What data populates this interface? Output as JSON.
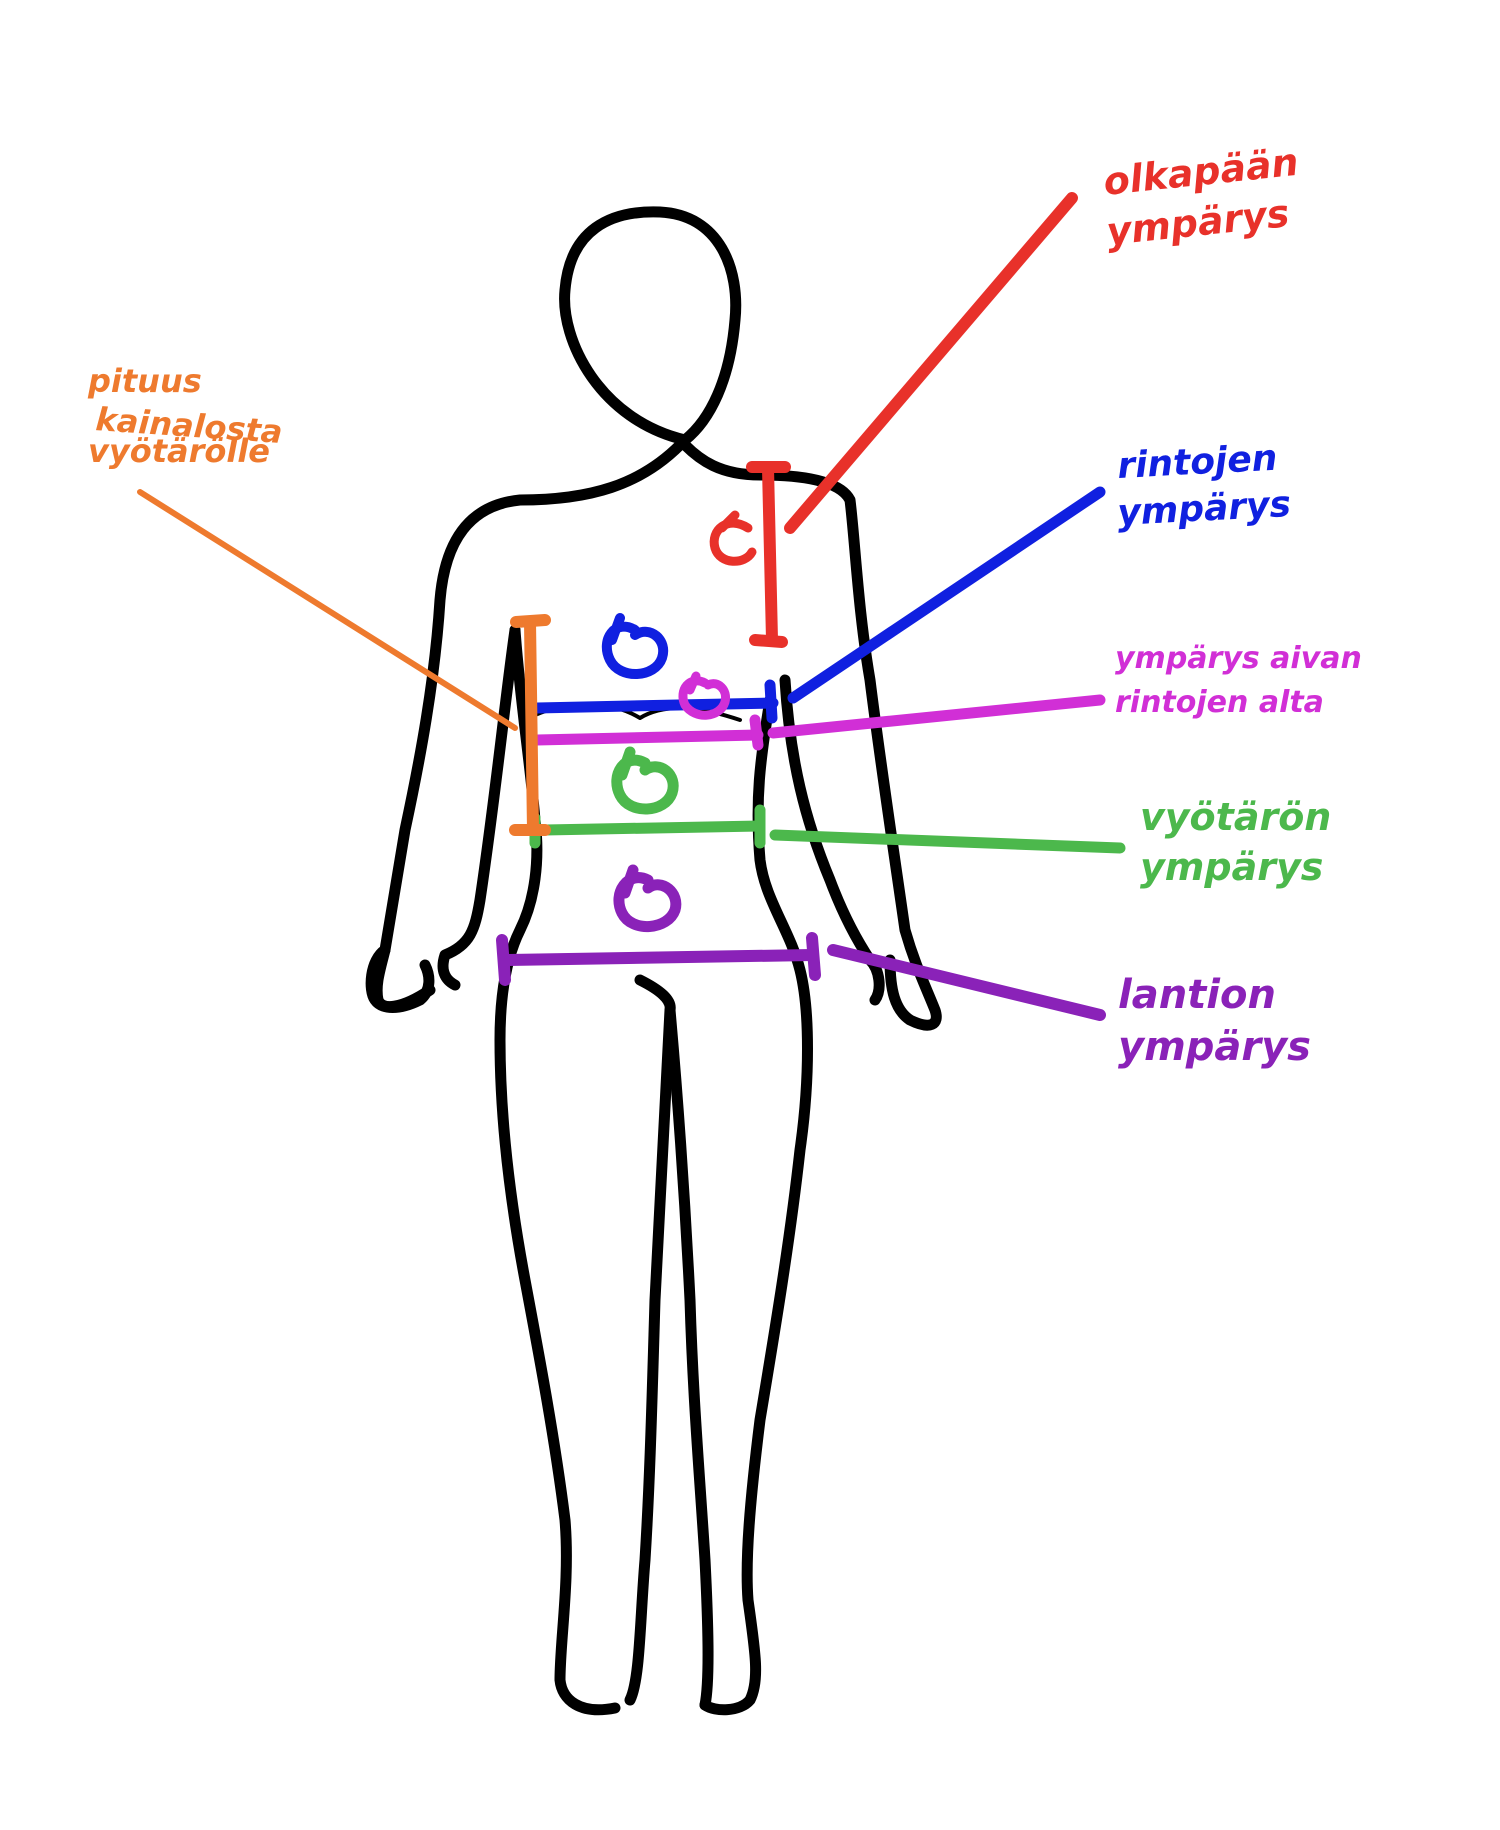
{
  "labels": {
    "shoulder_line1": "olkapään",
    "shoulder_line2": "ympärys",
    "bust_line1": "rintojen",
    "bust_line2": "ympärys",
    "underbust_line1": "ympärys aivan",
    "underbust_line2": "rintojen alta",
    "waist_line1": "vyötärön",
    "waist_line2": "ympärys",
    "hip_line1": "lantion",
    "hip_line2": "ympärys",
    "length_line1": "pituus",
    "length_line2": "kainalosta",
    "length_line3": "vyötärölle"
  },
  "colors": {
    "outline": "#000000",
    "shoulder": "#e8312a",
    "bust": "#1020e0",
    "underbust": "#d12fd6",
    "waist": "#4cb84c",
    "hip": "#8a22b8",
    "length": "#ee7a2e",
    "background": "#ffffff"
  },
  "icons": {
    "circumference_marker": "circular-arrow-icon"
  }
}
